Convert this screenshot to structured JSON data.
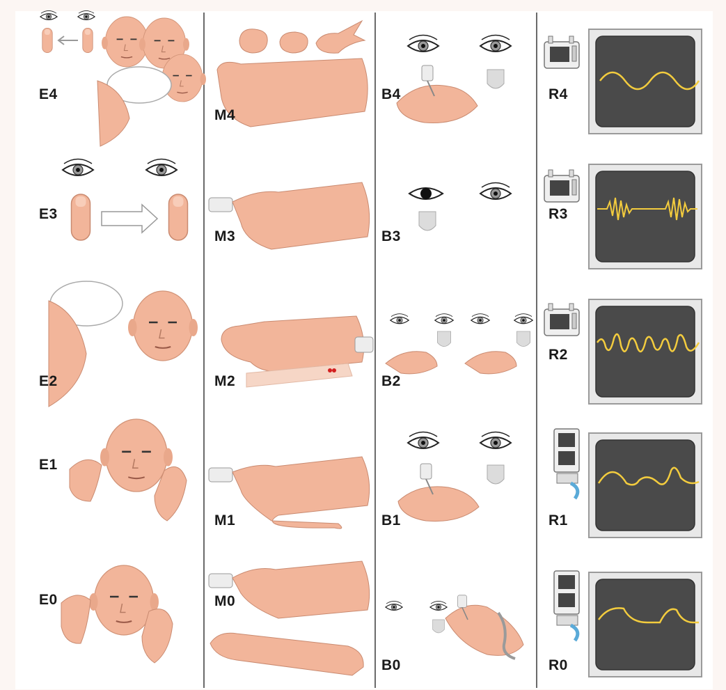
{
  "columns": [
    {
      "id": "eye",
      "grades": [
        "E4",
        "E3",
        "E2",
        "E1",
        "E0"
      ]
    },
    {
      "id": "motor",
      "grades": [
        "M4",
        "M3",
        "M2",
        "M1",
        "M0"
      ]
    },
    {
      "id": "brainstem",
      "grades": [
        "B4",
        "B3",
        "B2",
        "B1",
        "B0"
      ]
    },
    {
      "id": "respiration",
      "grades": [
        "R4",
        "R3",
        "R2",
        "R1",
        "R0"
      ]
    }
  ],
  "colors": {
    "skin": "#f2b59a",
    "skin_shade": "#e39c80",
    "monitor_screen": "#4a4a4a",
    "waveform": "#f3cc3e",
    "divider": "#6a6a6a",
    "background": "#ffffff"
  },
  "icons": [
    "eye-icon",
    "finger-icon",
    "arrow-icon",
    "speech-bubble-icon",
    "head-icon",
    "hand-gesture-icon",
    "body-icon",
    "swab-icon",
    "syringe-icon",
    "ventilator-icon",
    "monitor-icon",
    "tube-icon"
  ]
}
